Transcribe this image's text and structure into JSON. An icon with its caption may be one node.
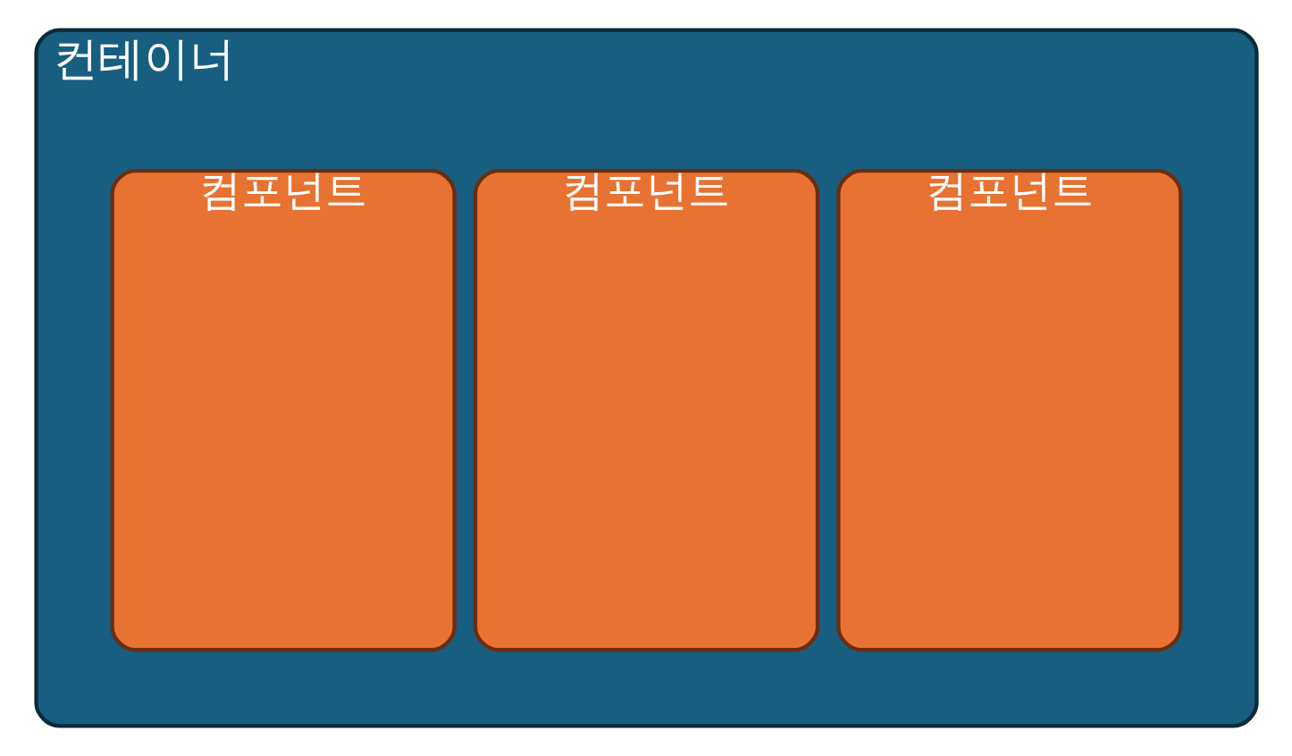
{
  "diagram": {
    "nodes": [
      {
        "text": [
          "컨테이너"
        ]
      },
      {
        "text": [
          "컴포넌트"
        ],
        "in": 0
      },
      {
        "text": [
          "컴포넌트"
        ],
        "in": 0
      },
      {
        "text": [
          "컴포넌트"
        ],
        "in": 0
      }
    ]
  }
}
